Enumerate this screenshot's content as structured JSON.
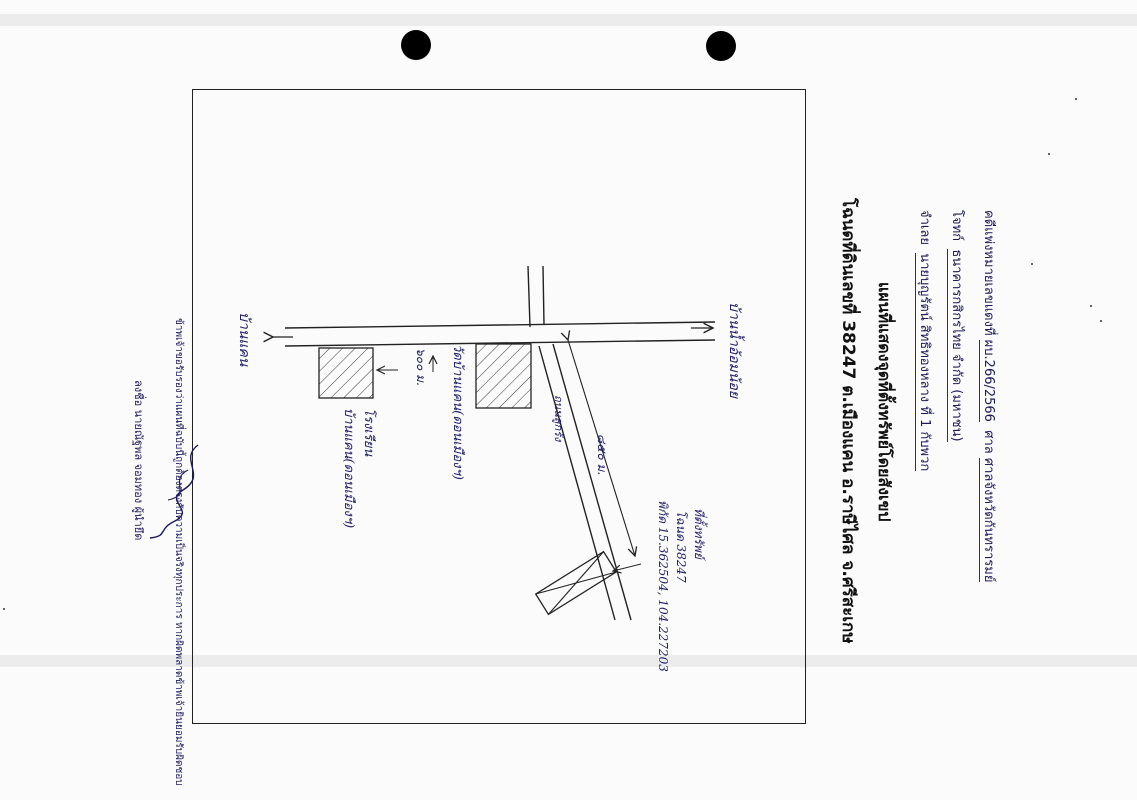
{
  "header": {
    "case_label": "คดีแพ่งหมายเลขแดงที่",
    "case_no": "ผบ.266/2566",
    "court": "ศาลจังหวัดกันทรารมย์",
    "plaintiff_label": "โจทก์",
    "plaintiff": "ธนาคารกสิกรไทย จำกัด (มหาชน)",
    "defendant_label": "จำเลย",
    "defendant": "นายบุญรัตน์ สิทธิทองหลาง ที่ 1 กับพวก"
  },
  "title": {
    "line1": "แผนที่แสดงจุดที่ตั้งทรัพย์โดยสังเขป",
    "line2": "โฉนดที่ดินเลขที่ 38247 ต.เมืองแคน อ.ราษีไศล จ.ศรีสะเกษ"
  },
  "map": {
    "village_north": "บ้านน้ำอ้อมน้อย",
    "village_south": "บ้านแคน",
    "school_label": "โรงเรียน",
    "school_name": "บ้านแคน(ดอนเมืองฯ)",
    "temple_label": "วัดบ้านแคน(ดอนเมืองฯ)",
    "temple_distance": "๖๐๐ ม.",
    "road_label": "ถนนลูกรัง",
    "distance": "๘๕๐ ม.",
    "property_label": "ที่ตั้งทรัพย์",
    "deed": "โฉนด 38247",
    "coords": "พิกัด 15.362504, 104.227203"
  },
  "footer": {
    "certification": "ข้าพเจ้าขอรับรองว่าแผนที่ฉบับนี้ถูกต้องตรงกับความเป็นจริงทุกประการ หากผิดพลาดข้าพเจ้ายินยอมรับผิดชอบ",
    "signer": "ลงชื่อ นายณัฐพล จอมทอง ผู้นำยึด"
  }
}
